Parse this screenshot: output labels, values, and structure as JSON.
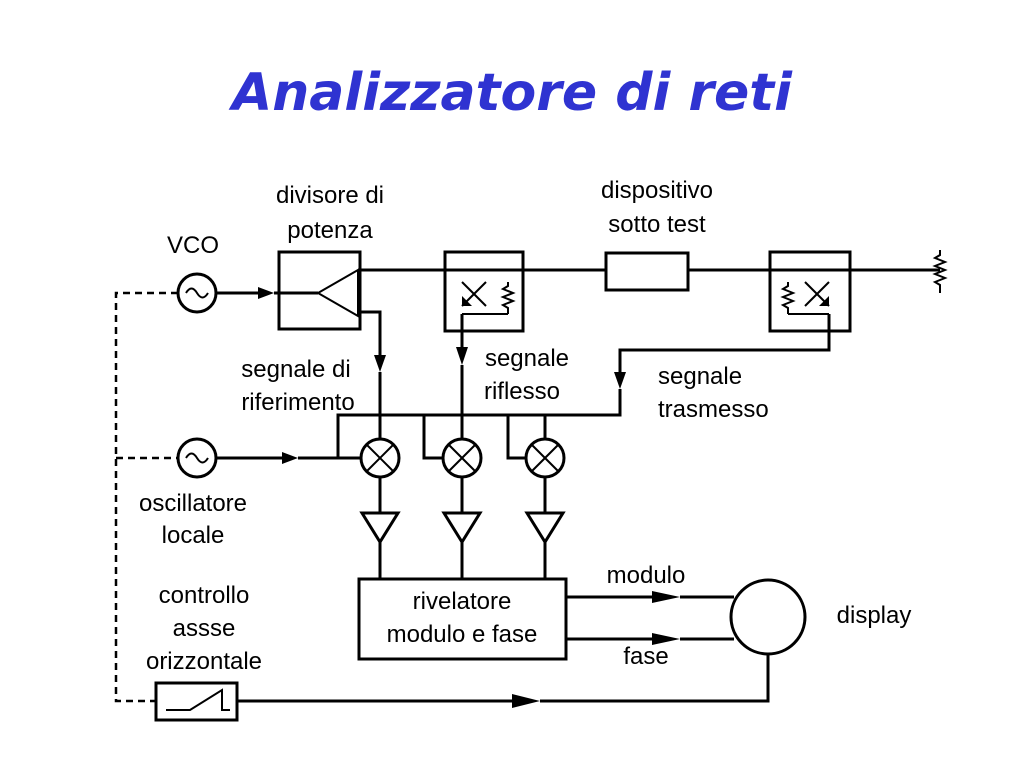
{
  "title": "Analizzatore di reti",
  "labels": {
    "vco": "VCO",
    "divisore_1": "divisore di",
    "divisore_2": "potenza",
    "dut_1": "dispositivo",
    "dut_2": "sotto test",
    "ref_1": "segnale di",
    "ref_2": "riferimento",
    "rifl_1": "segnale",
    "rifl_2": "riflesso",
    "trasm_1": "segnale",
    "trasm_2": "trasmesso",
    "osc_1": "oscillatore",
    "osc_2": "locale",
    "ctrl_1": "controllo",
    "ctrl_2": "assse",
    "ctrl_3": "orizzontale",
    "riv_1": "rivelatore",
    "riv_2": "modulo e fase",
    "modulo": "modulo",
    "fase": "fase",
    "display": "display"
  }
}
